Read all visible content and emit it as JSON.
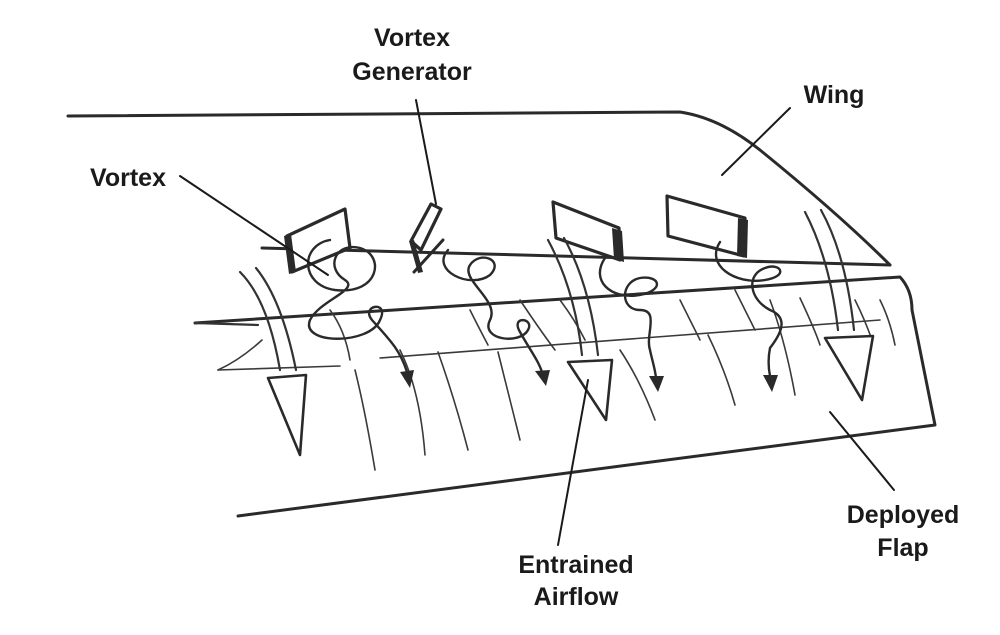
{
  "labels": {
    "vortex_generator_line1": "Vortex",
    "vortex_generator_line2": "Generator",
    "wing": "Wing",
    "vortex": "Vortex",
    "entrained_airflow_line1": "Entrained",
    "entrained_airflow_line2": "Airflow",
    "deployed_flap_line1": "Deployed",
    "deployed_flap_line2": "Flap"
  },
  "colors": {
    "ink": "#2a2a2a",
    "background": "#ffffff"
  }
}
